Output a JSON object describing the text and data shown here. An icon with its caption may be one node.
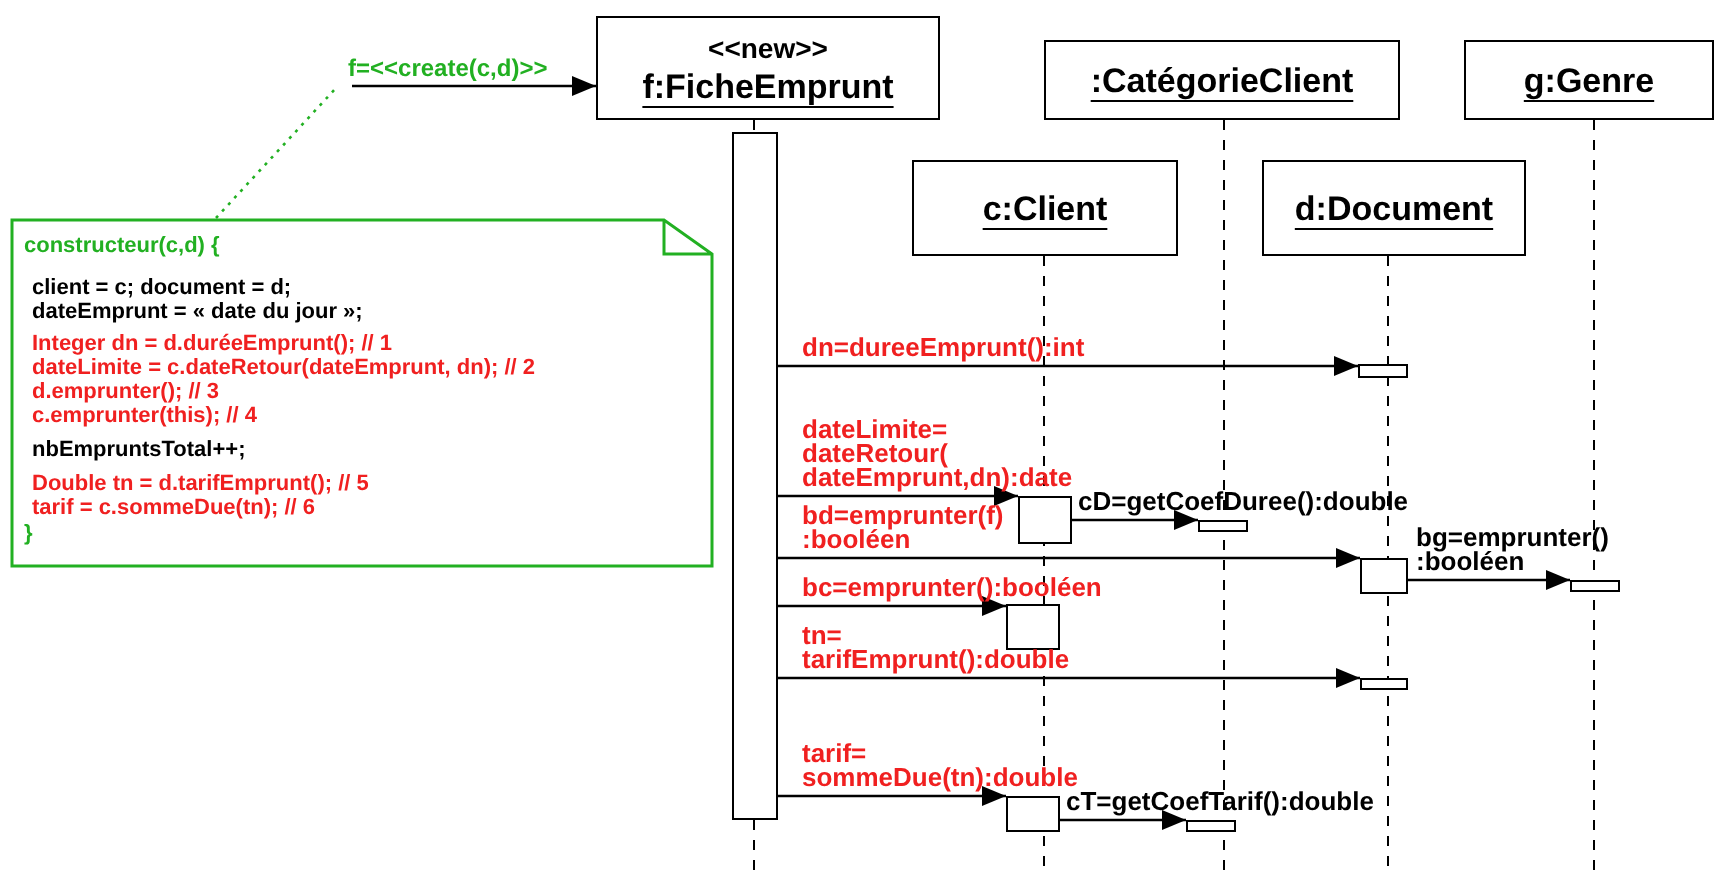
{
  "diagram": {
    "nodes": [
      {
        "text": [
          "<<new>>",
          "f:FicheEmprunt"
        ]
      },
      {
        "text": [
          ":CatégorieClient"
        ]
      },
      {
        "text": [
          "g:Genre"
        ]
      },
      {
        "text": [
          "c:Client"
        ]
      },
      {
        "text": [
          "d:Document"
        ]
      },
      {
        "text": [
          "constructeur(c,d) {",
          "client = c; document = d;",
          "dateEmprunt = « date du jour »;",
          "Integer dn = d.duréeEmprunt(); // 1",
          "dateLimite = c.dateRetour(dateEmprunt, dn); // 2",
          "d.emprunter(); // 3",
          "c.emprunter(this); // 4",
          "nbEmpruntsTotal++;",
          "Double tn = d.tarifEmprunt(); // 5",
          "tarif = c.sommeDue(tn); // 6",
          "}"
        ]
      },
      {
        "text": [],
        "shape": "bar"
      },
      {
        "text": [],
        "shape": "bar"
      },
      {
        "text": [],
        "shape": "bar"
      },
      {
        "text": [],
        "shape": "bar"
      },
      {
        "text": [],
        "shape": "bar"
      },
      {
        "text": [],
        "shape": "bar"
      },
      {
        "text": [],
        "shape": "bar"
      },
      {
        "text": [],
        "shape": "bar"
      },
      {
        "text": [],
        "shape": "bar"
      },
      {
        "text": [],
        "shape": "bar"
      }
    ],
    "edges": [
      {
        "from": null,
        "to": 0,
        "arrow": "to",
        "label": "f=<<create(c,d)>>"
      },
      {
        "from": 5,
        "to": null,
        "arrow": "none",
        "style": "dashed",
        "color": "#22b022"
      },
      {
        "from": 6,
        "to": 7,
        "arrow": "to",
        "label": "dn=dureeEmprunt():int"
      },
      {
        "from": 6,
        "to": 8,
        "arrow": "to",
        "label": "dateLimite= dateRetour( dateEmprunt,dn):date"
      },
      {
        "from": 8,
        "to": 9,
        "arrow": "to",
        "label": "cD=getCoefDuree():double"
      },
      {
        "from": 6,
        "to": 10,
        "arrow": "to",
        "label": "bd=emprunter(f) :booléen"
      },
      {
        "from": 10,
        "to": 11,
        "arrow": "to",
        "label": "bg=emprunter() :booléen"
      },
      {
        "from": 6,
        "to": 12,
        "arrow": "to",
        "label": "bc=emprunter():booléen"
      },
      {
        "from": 6,
        "to": 13,
        "arrow": "to",
        "label": "tn= tarifEmprunt():double"
      },
      {
        "from": 6,
        "to": 14,
        "arrow": "to",
        "label": "tarif= sommeDue(tn):double"
      },
      {
        "from": 14,
        "to": 15,
        "arrow": "to",
        "label": "cT=getCoefTarif():double"
      }
    ]
  }
}
